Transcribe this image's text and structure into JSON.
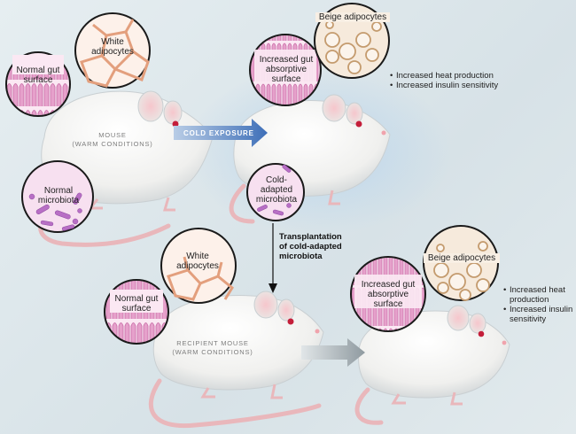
{
  "top": {
    "mouse_label_line1": "MOUSE",
    "mouse_label_line2": "(WARM CONDITIONS)",
    "normal_gut": "Normal gut surface",
    "white_adipocytes": "White adipocytes",
    "normal_microbiota": "Normal microbiota",
    "cold_exposure": "COLD EXPOSURE",
    "increased_gut": "Increased gut absorptive surface",
    "beige_adipocytes": "Beige adipocytes",
    "cold_adapted_microbiota": "Cold-adapted microbiota",
    "effects": [
      "Increased heat production",
      "Increased insulin sensitivity"
    ]
  },
  "transplant": {
    "line1": "Transplantation",
    "line2": "of cold-adapted",
    "line3": "microbiota"
  },
  "bottom": {
    "mouse_label_line1": "RECIPIENT MOUSE",
    "mouse_label_line2": "(WARM CONDITIONS)",
    "white_adipocytes": "White adipocytes",
    "normal_gut": "Normal gut surface",
    "increased_gut": "Increased gut absorptive surface",
    "beige_adipocytes": "Beige adipocytes",
    "effects": [
      "Increased heat production",
      "Increased insulin sensitivity"
    ]
  },
  "colors": {
    "mouse_body": "#f4f4f2",
    "gut_pink": "#e7a9cf",
    "adipocyte_orange": "#e9a27f",
    "beige": "#caa27a",
    "arrow_blue": "#4f7fc2",
    "arrow_gray": "#9aa4aa"
  }
}
